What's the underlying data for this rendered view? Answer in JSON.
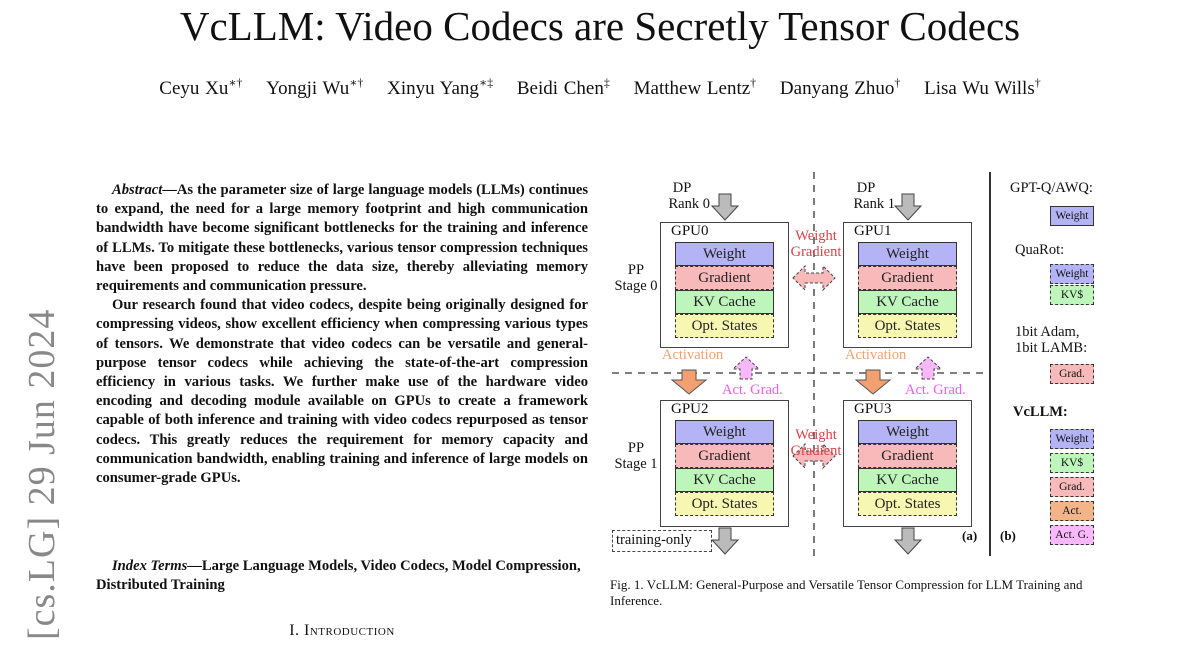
{
  "title": "VcLLM: Video Codecs are Secretly Tensor Codecs",
  "authors": [
    {
      "name": "Ceyu Xu",
      "marks": "∗†"
    },
    {
      "name": "Yongji Wu",
      "marks": "∗†"
    },
    {
      "name": "Xinyu Yang",
      "marks": "∗‡"
    },
    {
      "name": "Beidi Chen",
      "marks": "‡"
    },
    {
      "name": "Matthew Lentz",
      "marks": "†"
    },
    {
      "name": "Danyang Zhuo",
      "marks": "†"
    },
    {
      "name": "Lisa Wu Wills",
      "marks": "†"
    }
  ],
  "arxiv_stamp": "[cs.LG]  29 Jun 2024",
  "abstract": {
    "label": "Abstract",
    "p1": "—As the parameter size of large language models (LLMs) continues to expand, the need for a large memory footprint and high communication bandwidth have become significant bottlenecks for the training and inference of LLMs. To mitigate these bottlenecks, various tensor compression techniques have been proposed to reduce the data size, thereby alleviating memory requirements and communication pressure.",
    "p2": "Our research found that video codecs, despite being originally designed for compressing videos, show excellent efficiency when compressing various types of tensors. We demonstrate that video codecs can be versatile and general-purpose tensor codecs while achieving the state-of-the-art compression efficiency in various tasks. We further make use of the hardware video encoding and decoding module available on GPUs to create a framework capable of both inference and training with video codecs repurposed as tensor codecs. This greatly reduces the requirement for memory capacity and communication bandwidth, enabling training and inference of large models on consumer-grade GPUs."
  },
  "index_terms": {
    "label": "Index Terms",
    "text": "—Large Language Models, Video Codecs, Model Compression, Distributed Training"
  },
  "section": "I. Introduction",
  "figure": {
    "dp0": [
      "DP",
      "Rank 0"
    ],
    "dp1": [
      "DP",
      "Rank 1"
    ],
    "pp0": [
      "PP",
      "Stage 0"
    ],
    "pp1": [
      "PP",
      "Stage 1"
    ],
    "gpus": [
      "GPU0",
      "GPU1",
      "GPU2",
      "GPU3"
    ],
    "layers": [
      "Weight",
      "Gradient",
      "KV Cache",
      "Opt. States"
    ],
    "weight_gradient": [
      "Weight",
      "Gradient"
    ],
    "activation": "Activation",
    "act_grad": "Act. Grad.",
    "training_only": "training-only",
    "label_a": "(a)",
    "label_b": "(b)",
    "methods": [
      {
        "name": "GPT-Q/AWQ:",
        "items": [
          "Weight"
        ]
      },
      {
        "name": "QuaRot:",
        "items": [
          "Weight",
          "KV$"
        ]
      },
      {
        "name": "1bit Adam,",
        "name2": "1bit LAMB:",
        "items": [
          "Grad."
        ]
      },
      {
        "name": "VcLLM:",
        "items": [
          "Weight",
          "KV$",
          "Grad.",
          "Act.",
          "Act. G."
        ]
      }
    ],
    "colors": {
      "weight": "#b3b3f5",
      "gradient": "#f7b9b9",
      "kv": "#bdf5bb",
      "opt": "#f7f7b2",
      "act": "#f3b48a",
      "actg": "#f9b8f9"
    },
    "caption": "Fig. 1.  VcLLM: General-Purpose and Versatile Tensor Compression for LLM Training and Inference."
  }
}
